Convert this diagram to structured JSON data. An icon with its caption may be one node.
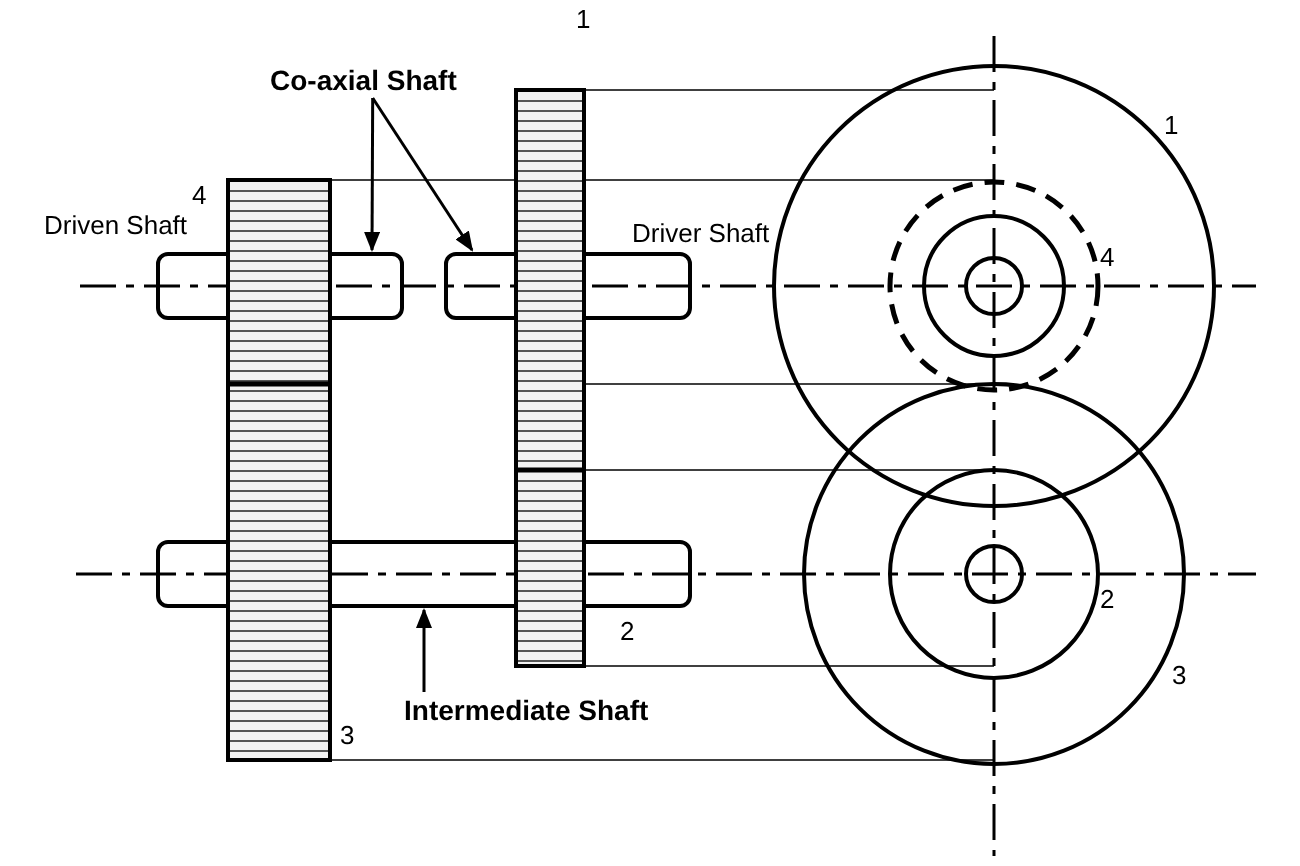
{
  "diagram": {
    "nodes": [
      {
        "text": [
          "Co-axial Shaft"
        ]
      },
      {
        "text": [],
        "shape": "bar"
      },
      {
        "text": [],
        "shape": "bar"
      },
      {
        "text": [
          "Intermediate Shaft"
        ]
      },
      {
        "text": [],
        "shape": "bar"
      }
    ],
    "edges": [
      {
        "from": 0,
        "to": 1,
        "arrow": "to"
      },
      {
        "from": 0,
        "to": 2,
        "arrow": "to"
      },
      {
        "from": 3,
        "to": 4,
        "arrow": "to"
      }
    ],
    "labels": [
      "1",
      "1",
      "4",
      "Driven Shaft",
      "Driver Shaft",
      "4",
      "2",
      "2",
      "3",
      "3"
    ]
  }
}
